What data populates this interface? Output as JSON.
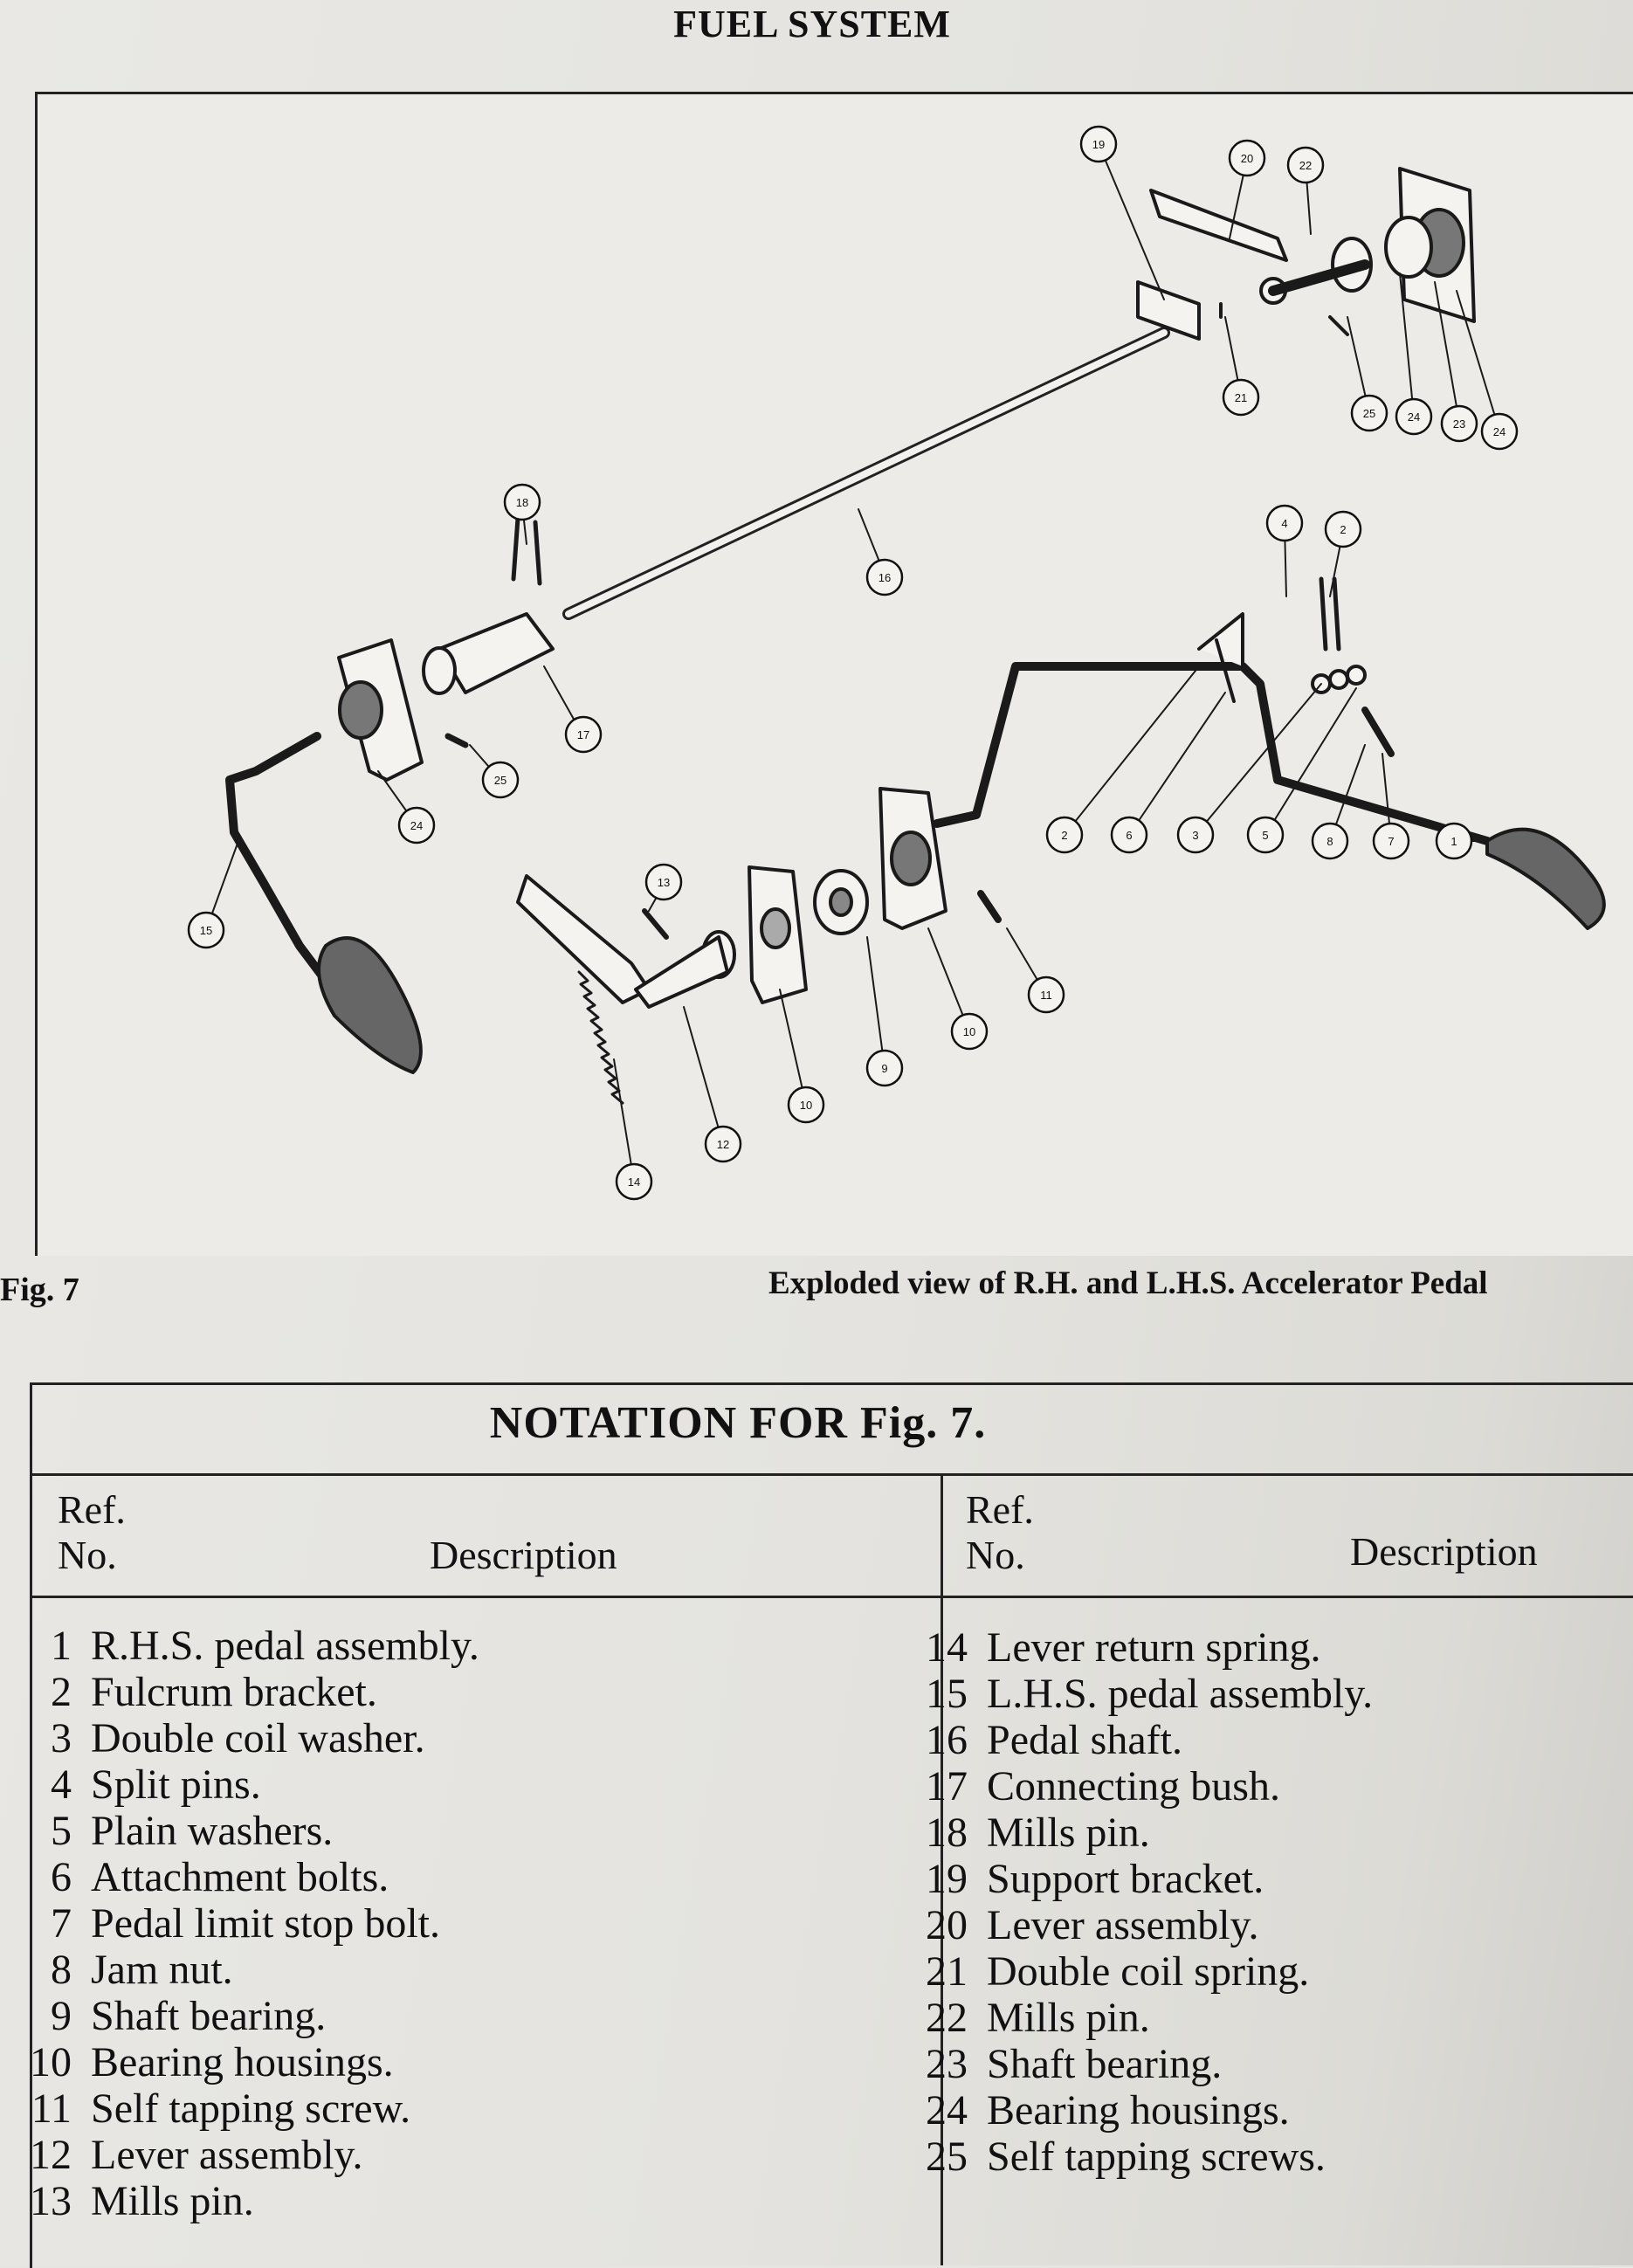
{
  "header": {
    "title": "FUEL SYSTEM"
  },
  "figure": {
    "label": "Fig. 7",
    "caption": "Exploded view of R.H. and L.H.S. Accelerator Pedal",
    "callouts": [
      "19",
      "20",
      "22",
      "21",
      "25",
      "24",
      "23",
      "24",
      "18",
      "16",
      "4",
      "2",
      "17",
      "25",
      "24",
      "15",
      "13",
      "12",
      "14",
      "10",
      "9",
      "10",
      "11",
      "2",
      "6",
      "3",
      "5",
      "8",
      "7",
      "1"
    ]
  },
  "notation": {
    "title": "NOTATION FOR Fig. 7.",
    "columns": [
      {
        "ref_label": "Ref.",
        "no_label": "No.",
        "desc_label": "Description"
      },
      {
        "ref_label": "Ref.",
        "no_label": "No.",
        "desc_label": "Description"
      }
    ],
    "left": [
      {
        "no": "1",
        "desc": "R.H.S. pedal assembly."
      },
      {
        "no": "2",
        "desc": "Fulcrum bracket."
      },
      {
        "no": "3",
        "desc": "Double coil washer."
      },
      {
        "no": "4",
        "desc": "Split pins."
      },
      {
        "no": "5",
        "desc": "Plain washers."
      },
      {
        "no": "6",
        "desc": "Attachment bolts."
      },
      {
        "no": "7",
        "desc": "Pedal limit stop bolt."
      },
      {
        "no": "8",
        "desc": "Jam nut."
      },
      {
        "no": "9",
        "desc": "Shaft bearing."
      },
      {
        "no": "10",
        "desc": "Bearing housings."
      },
      {
        "no": "11",
        "desc": "Self tapping screw."
      },
      {
        "no": "12",
        "desc": "Lever assembly."
      },
      {
        "no": "13",
        "desc": "Mills pin."
      }
    ],
    "right": [
      {
        "no": "14",
        "desc": "Lever return spring."
      },
      {
        "no": "15",
        "desc": "L.H.S. pedal assembly."
      },
      {
        "no": "16",
        "desc": "Pedal shaft."
      },
      {
        "no": "17",
        "desc": "Connecting bush."
      },
      {
        "no": "18",
        "desc": "Mills pin."
      },
      {
        "no": "19",
        "desc": "Support bracket."
      },
      {
        "no": "20",
        "desc": "Lever assembly."
      },
      {
        "no": "21",
        "desc": "Double coil spring."
      },
      {
        "no": "22",
        "desc": "Mills pin."
      },
      {
        "no": "23",
        "desc": "Shaft bearing."
      },
      {
        "no": "24",
        "desc": "Bearing housings."
      },
      {
        "no": "25",
        "desc": "Self tapping screws."
      }
    ]
  }
}
